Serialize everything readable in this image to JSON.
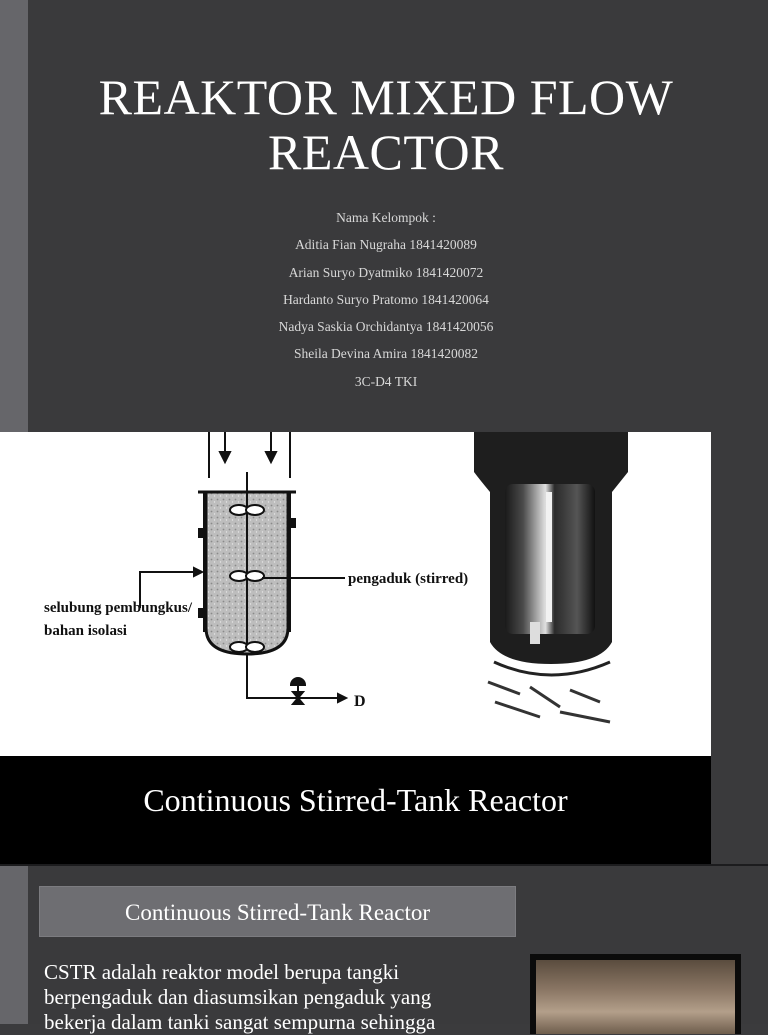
{
  "slide1": {
    "title_line1": "REAKTOR MIXED FLOW",
    "title_line2": "REACTOR",
    "members": [
      "Nama Kelompok :",
      "Aditia Fian Nugraha 1841420089",
      "Arian Suryo Dyatmiko 1841420072",
      "Hardanto Suryo Pratomo 1841420064",
      "Nadya Saskia Orchidantya 1841420056",
      "Sheila Devina Amira 1841420082",
      "3C-D4 TKI"
    ]
  },
  "slide2": {
    "diagram_labels": {
      "jacket": "selubung pembungkus/",
      "jacket2": "bahan isolasi",
      "stirrer": "pengaduk (stirred)",
      "outlet": "D"
    },
    "caption": "Continuous Stirred-Tank Reactor"
  },
  "slide3": {
    "heading": "Continuous Stirred-Tank Reactor",
    "body_lines": [
      "CSTR adalah reaktor model berupa tangki",
      "berpengaduk dan diasumsikan pengaduk yang",
      "bekerja dalam tanki sangat sempurna sehingga"
    ]
  },
  "colors": {
    "background": "#3a3a3c",
    "accent_strip": "#66666a",
    "caption_bar": "#000000",
    "heading_box": "#6e6e72"
  }
}
